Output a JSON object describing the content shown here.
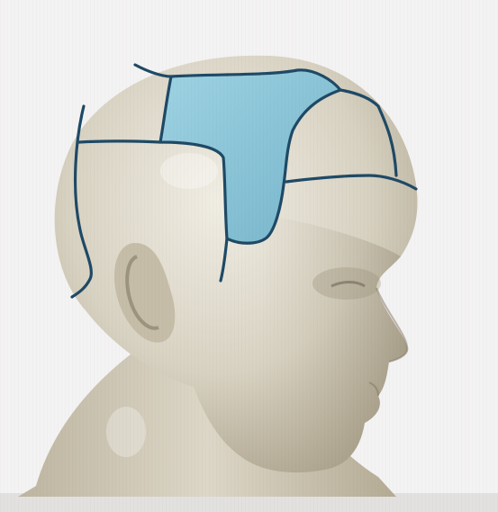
{
  "scene": {
    "subject": "mannequin-head-profile-with-sectioned-scalp",
    "colors": {
      "background": "#f4f3f3",
      "skin_light": "#e9e5db",
      "skin_mid": "#cfc8b6",
      "skin_dark": "#9f967f",
      "highlighted_section": "#8ec6d8",
      "section_lines": "#1f4a66",
      "bottom_band": "#e3e1df"
    },
    "highlighted_section_name": "top-crown-section",
    "section_count": 6
  }
}
